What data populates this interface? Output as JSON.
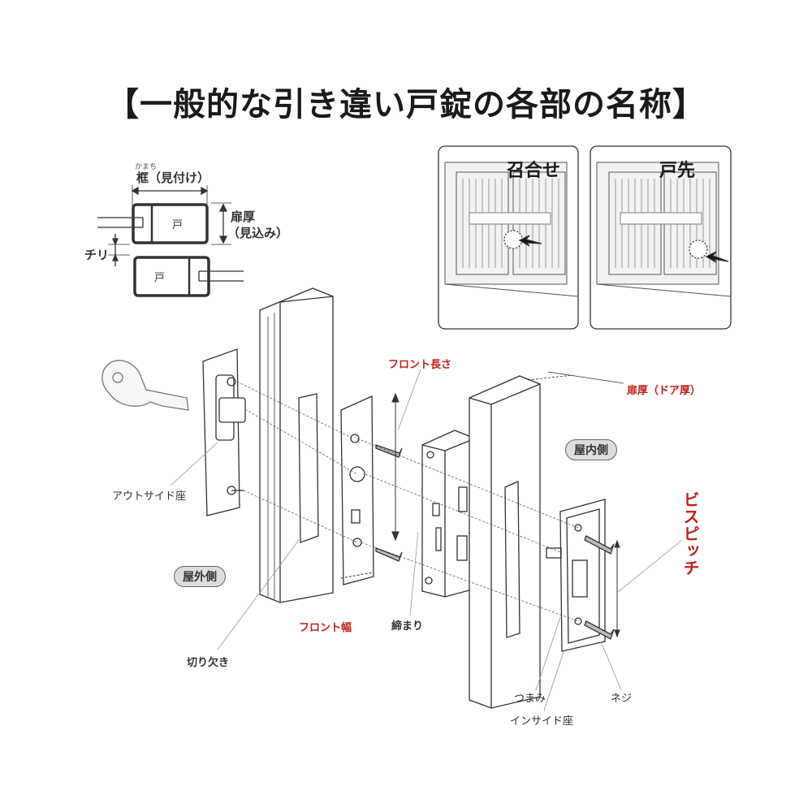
{
  "title": "【一般的な引き違い戸錠の各部の名称】",
  "section_diagram": {
    "ruby": "かまち",
    "frame_label": "框（見付け）",
    "door_label_top": "戸",
    "door_label_bottom": "戸",
    "thickness_label_1": "扉厚",
    "thickness_label_2": "（見込み）",
    "gap_label": "チリ"
  },
  "panels": [
    {
      "title": "召合せ"
    },
    {
      "title": "戸先"
    }
  ],
  "labels": {
    "front_length": "フロント長さ",
    "door_thickness": "扉厚（ドア厚）",
    "indoor_side": "屋内側",
    "screw_pitch": "ビスピッチ",
    "outside_plate": "アウトサイド座",
    "outdoor_side": "屋外側",
    "front_width": "フロント幅",
    "lock_body": "締まり",
    "cutout": "切り欠き",
    "knob": "つまみ",
    "screw": "ネジ",
    "inside_plate": "インサイド座"
  },
  "colors": {
    "accent_red": "#c0221c",
    "line": "#333333"
  }
}
